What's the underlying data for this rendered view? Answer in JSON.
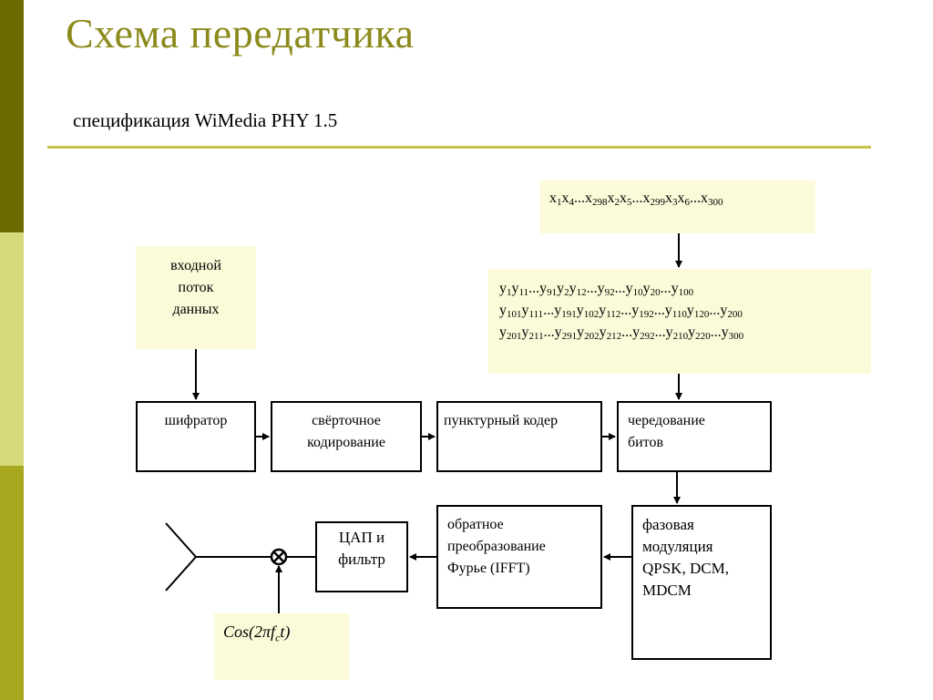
{
  "slide": {
    "title": "Схема передатчика",
    "subtitle": "спецификация WiMedia PHY 1.5"
  },
  "boxes": {
    "input": [
      "входной",
      "поток",
      "данных"
    ],
    "scrambler": "шифратор",
    "convolutional": [
      "свёрточное",
      "кодирование"
    ],
    "puncturer": "пунктурный кодер",
    "interleaver": [
      "чередование",
      "битов"
    ],
    "modulation": [
      "фазовая",
      "модуляция",
      "QPSK, DCM,",
      "MDCM"
    ],
    "ifft": [
      "обратное",
      "преобразование",
      "Фурье (IFFT)"
    ],
    "dac": [
      "ЦАП и",
      "фильтр"
    ]
  },
  "sequences": {
    "x": [
      [
        [
          "x",
          ""
        ],
        [
          "",
          ""
        ]
      ]
    ],
    "x_tokens": [
      [
        "x",
        "1"
      ],
      [
        "x",
        "4"
      ],
      [
        "...x",
        "298"
      ],
      [
        "x",
        "2"
      ],
      [
        "x",
        "5"
      ],
      [
        "...x",
        "299"
      ],
      [
        "x",
        "3"
      ],
      [
        "x",
        "6"
      ],
      [
        "...x",
        "300"
      ]
    ],
    "y_rows": [
      [
        [
          "y",
          "1"
        ],
        [
          "y",
          "11"
        ],
        [
          "...y",
          "91"
        ],
        [
          "y",
          "2"
        ],
        [
          "y",
          "12"
        ],
        [
          "...y",
          "92"
        ],
        [
          "...y",
          "10"
        ],
        [
          "y",
          "20"
        ],
        [
          "...y",
          "100"
        ]
      ],
      [
        [
          "y",
          "101"
        ],
        [
          "y",
          "111"
        ],
        [
          "...y",
          "191"
        ],
        [
          "y",
          "102"
        ],
        [
          "y",
          "112"
        ],
        [
          "...y",
          "192"
        ],
        [
          "...y",
          "110"
        ],
        [
          "y",
          "120"
        ],
        [
          "...y",
          "200"
        ]
      ],
      [
        [
          "y",
          "201"
        ],
        [
          "y",
          "211"
        ],
        [
          "...y",
          "291"
        ],
        [
          "y",
          "202"
        ],
        [
          "y",
          "212"
        ],
        [
          "...y",
          "292"
        ],
        [
          "...y",
          "210"
        ],
        [
          "y",
          "220"
        ],
        [
          "...y",
          "300"
        ]
      ]
    ]
  },
  "carrier": {
    "prefix": "Cos(2",
    "pi": "π",
    "f": "f",
    "sub": "c",
    "suffix": "t)"
  },
  "colors": {
    "title": "#8c8a1c",
    "note_fill": "#fbfbd9",
    "rule": "#c9c24a",
    "sidebar_dark": "#6b6b00",
    "sidebar_light": "#d6d97a",
    "sidebar_mid": "#a8a820"
  }
}
